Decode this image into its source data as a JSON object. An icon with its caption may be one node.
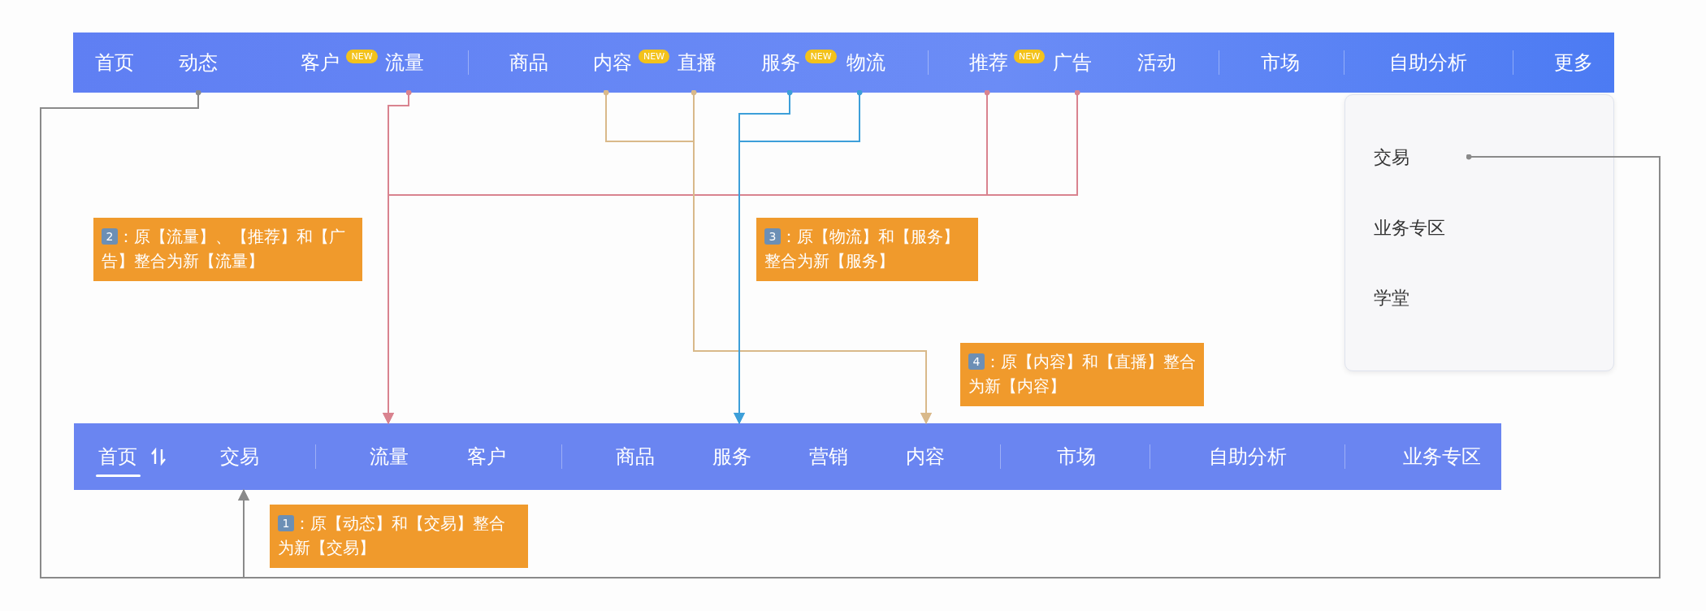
{
  "diagram": {
    "nodes": [
      {
        "text": [],
        "shape": "bar"
      },
      {
        "text": [
          "首页"
        ],
        "in": 0
      },
      {
        "text": [
          "动态"
        ],
        "in": 0
      },
      {
        "text": [
          "客户"
        ],
        "in": 0
      },
      {
        "text": [
          "NEW"
        ],
        "in": 0
      },
      {
        "text": [
          "流量"
        ],
        "in": 0
      },
      {
        "text": [
          "商品"
        ],
        "in": 0
      },
      {
        "text": [
          "内容"
        ],
        "in": 0
      },
      {
        "text": [
          "NEW"
        ],
        "in": 0
      },
      {
        "text": [
          "直播"
        ],
        "in": 0
      },
      {
        "text": [
          "服务"
        ],
        "in": 0
      },
      {
        "text": [
          "NEW"
        ],
        "in": 0
      },
      {
        "text": [
          "物流"
        ],
        "in": 0
      },
      {
        "text": [
          "推荐"
        ],
        "in": 0
      },
      {
        "text": [
          "NEW"
        ],
        "in": 0
      },
      {
        "text": [
          "广告"
        ],
        "in": 0
      },
      {
        "text": [
          "活动"
        ],
        "in": 0
      },
      {
        "text": [
          "市场"
        ],
        "in": 0
      },
      {
        "text": [
          "自助分析"
        ],
        "in": 0
      },
      {
        "text": [
          "更多"
        ],
        "in": 0
      },
      {
        "text": [],
        "shape": "box"
      },
      {
        "text": [
          "交易"
        ],
        "in": 20
      },
      {
        "text": [
          "业务专区"
        ],
        "in": 20
      },
      {
        "text": [
          "学堂"
        ],
        "in": 20
      },
      {
        "text": [
          "2",
          "：原【流量】、【推荐】和【广告】整合为新【流量】"
        ]
      },
      {
        "text": [
          "3",
          "：原【物流】和【服务】整合为新【服务】"
        ]
      },
      {
        "text": [
          "4",
          "：原【内容】和【直播】整合为新【内容】"
        ]
      },
      {
        "text": [],
        "shape": "bar"
      },
      {
        "text": [
          "首页"
        ],
        "in": 27
      },
      {
        "text": [
          "交易"
        ],
        "in": 27
      },
      {
        "text": [
          "流量"
        ],
        "in": 27
      },
      {
        "text": [
          "客户"
        ],
        "in": 27
      },
      {
        "text": [
          "商品"
        ],
        "in": 27
      },
      {
        "text": [
          "服务"
        ],
        "in": 27
      },
      {
        "text": [
          "营销"
        ],
        "in": 27
      },
      {
        "text": [
          "内容"
        ],
        "in": 27
      },
      {
        "text": [
          "市场"
        ],
        "in": 27
      },
      {
        "text": [
          "自助分析"
        ],
        "in": 27
      },
      {
        "text": [
          "业务专区"
        ],
        "in": 27
      },
      {
        "text": [
          "1",
          "：原【动态】和【交易】整合为新【交易】"
        ]
      }
    ],
    "edges": [
      {
        "from": 5,
        "to": 30,
        "arrow": "to",
        "color": "#d9838f"
      },
      {
        "from": 13,
        "to": 30,
        "arrow": "to",
        "color": "#d9838f"
      },
      {
        "from": 15,
        "to": 30,
        "arrow": "to",
        "color": "#d9838f"
      },
      {
        "from": 7,
        "to": 35,
        "arrow": "to",
        "color": "#d9b98a"
      },
      {
        "from": 9,
        "to": 35,
        "arrow": "to",
        "color": "#d9b98a"
      },
      {
        "from": 10,
        "to": 33,
        "arrow": "to",
        "color": "#3d9fd9"
      },
      {
        "from": 12,
        "to": 33,
        "arrow": "to",
        "color": "#3d9fd9"
      },
      {
        "from": 2,
        "to": 29,
        "arrow": "to",
        "color": "#8a8a8a"
      },
      {
        "from": 21,
        "to": 29,
        "arrow": "to",
        "color": "#8a8a8a"
      }
    ]
  }
}
